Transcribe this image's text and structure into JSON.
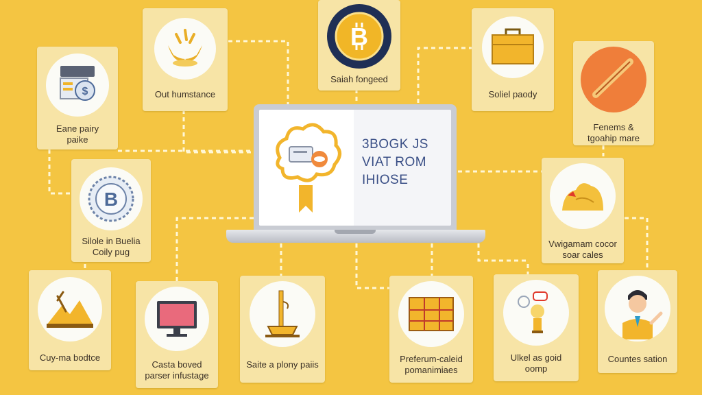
{
  "colors": {
    "background": "#f4c542",
    "card": "#f7e4a6",
    "connector": "#fff7d6",
    "text": "#3a3026",
    "laptop_text": "#3a4f86"
  },
  "center": {
    "title_lines": [
      "3BOGK JS",
      "VIAT ROM",
      "IHIOSE"
    ],
    "icon": "cloud-ribbon-icon"
  },
  "nodes": {
    "out_humstance": {
      "lines": [
        "Out humstance"
      ],
      "icon": "abstract-shapes-icon"
    },
    "bitcoin": {
      "lines": [
        "Saiah fongeed"
      ],
      "icon": "bitcoin-icon"
    },
    "briefcase": {
      "lines": [
        "Soliel paody"
      ],
      "icon": "briefcase-icon"
    },
    "server": {
      "lines": [
        "Eane pairy",
        "paike"
      ],
      "icon": "server-coin-icon"
    },
    "stick": {
      "lines": [
        "Fenems &",
        "tgoahip mare"
      ],
      "icon": "stick-icon"
    },
    "b_coin": {
      "lines": [
        "Silole in Buelia",
        "Coily pug"
      ],
      "icon": "b-coin-icon"
    },
    "blob": {
      "lines": [
        "Vwigamam cocor",
        "soar cales"
      ],
      "icon": "gold-blob-icon"
    },
    "mountain": {
      "lines": [
        "Cuy-ma bodtce"
      ],
      "icon": "mountain-icon"
    },
    "monitor": {
      "lines": [
        "Casta boved",
        "parser infustage"
      ],
      "icon": "monitor-icon"
    },
    "drill": {
      "lines": [
        "Saite a plony paiis"
      ],
      "icon": "drill-icon"
    },
    "grid_box": {
      "lines": [
        "Preferum-caleid",
        "pomanimiaes"
      ],
      "icon": "grid-box-icon"
    },
    "bulb": {
      "lines": [
        "Ulkel as goid",
        "oomp"
      ],
      "icon": "lightbulb-icon"
    },
    "person": {
      "lines": [
        "Countes sation"
      ],
      "icon": "person-icon"
    }
  }
}
